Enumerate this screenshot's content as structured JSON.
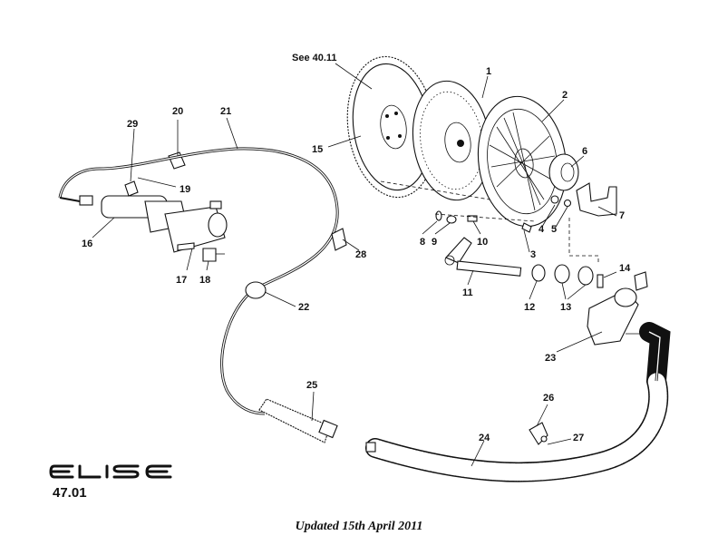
{
  "diagram": {
    "reference_label": "See 40.11",
    "callouts": [
      "1",
      "2",
      "3",
      "4",
      "5",
      "6",
      "7",
      "8",
      "9",
      "10",
      "11",
      "12",
      "13",
      "14",
      "15",
      "16",
      "17",
      "18",
      "19",
      "20",
      "21",
      "22",
      "23",
      "24",
      "25",
      "26",
      "27",
      "28",
      "29"
    ]
  },
  "brand": {
    "logo_text": "ELISE"
  },
  "page": {
    "number": "47.01",
    "updated": "Updated 15th April 2011"
  }
}
